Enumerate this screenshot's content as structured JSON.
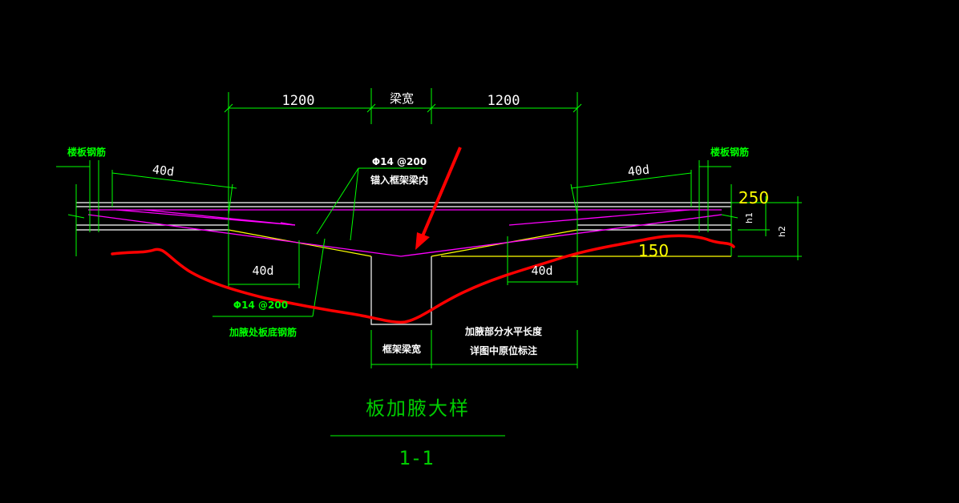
{
  "drawing": {
    "dims": {
      "left_span": "1200",
      "beam_width": "梁宽",
      "right_span": "1200",
      "anchor_left_top": "40d",
      "anchor_right_top": "40d",
      "anchor_left_bottom": "40d",
      "anchor_right_bottom": "40d",
      "h1": "h1",
      "h2": "h2"
    },
    "labels": {
      "slab_rebar_left": "楼板钢筋",
      "slab_rebar_right": "楼板钢筋",
      "rebar_top_spec": "Φ14 @200",
      "rebar_top_note": "锚入框架梁内",
      "rebar_bottom_spec": "Φ14 @200",
      "rebar_bottom_note": "加腋处板底钢筋",
      "frame_beam_width": "框架梁宽",
      "haunch_length_line1": "加腋部分水平长度",
      "haunch_length_line2": "详图中原位标注"
    },
    "title": "板加腋大样",
    "section": "1-1",
    "annotations": {
      "value_top": "250",
      "value_bottom": "150"
    },
    "colors": {
      "background": "#000000",
      "outline": "#ffffff",
      "dimension": "#00ff00",
      "rebar": "#ff00ff",
      "haunch": "#ffff00",
      "markup": "#ff0000"
    }
  }
}
